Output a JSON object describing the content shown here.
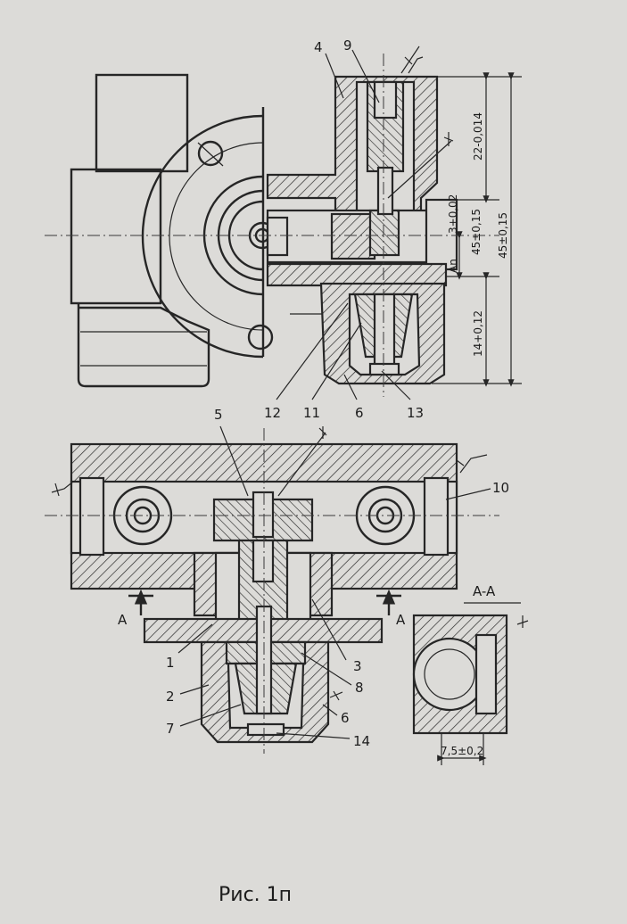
{
  "labels": {
    "top": {
      "n4": "4",
      "n9": "9",
      "n12": "12",
      "n11": "11",
      "n6": "6",
      "n13": "13"
    },
    "bottom": {
      "n5": "5",
      "n10": "10",
      "n1": "1",
      "n2": "2",
      "n7": "7",
      "n3": "3",
      "n8": "8",
      "n6": "6",
      "n14": "14"
    }
  },
  "dimensions": {
    "d1": "22-0,014",
    "d2": "3+0,02",
    "d3": "45±0,15",
    "d4": "45±0,15",
    "d5": "An",
    "d6": "14+0,12",
    "d7": "7,5±0,2"
  },
  "section_marks": {
    "a_left": "A",
    "a_right": "A",
    "section_title": "A-A"
  },
  "caption": "Pис. 1п",
  "colors": {
    "paper": "#dcdbd8",
    "ink": "#262626"
  }
}
